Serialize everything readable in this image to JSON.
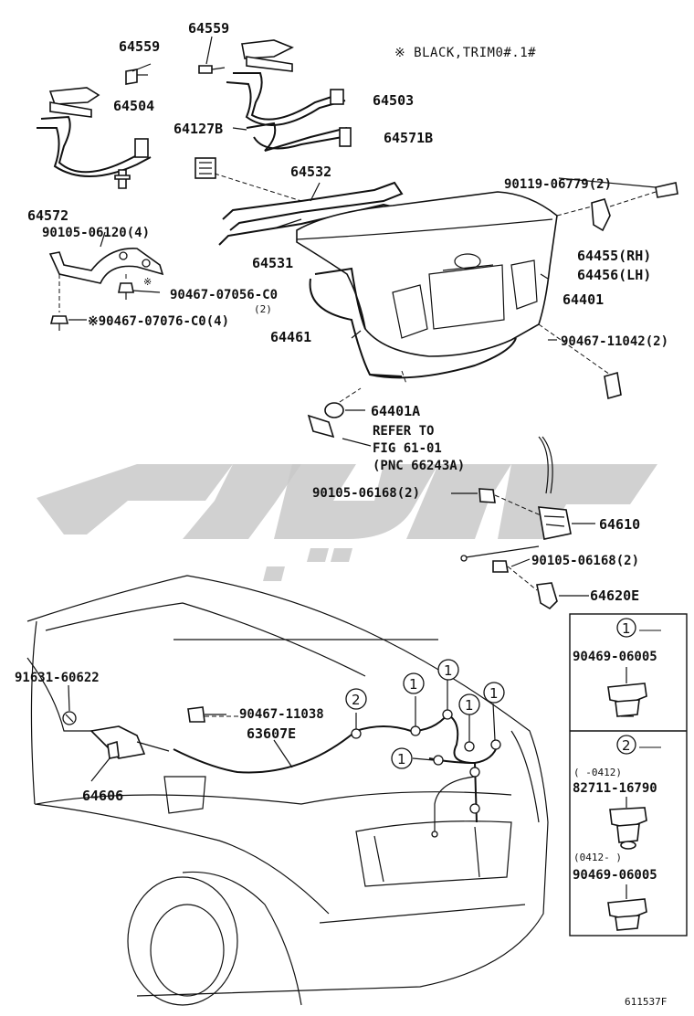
{
  "note": "※ BLACK,TRIM0#.1#",
  "figure_code": "611537F",
  "labels": {
    "p64559a": "64559",
    "p64559b": "64559",
    "p64504": "64504",
    "p64503": "64503",
    "p64127b": "64127B",
    "p64571b": "64571B",
    "p64532": "64532",
    "p90119": "90119-06779(2)",
    "p64572": "64572",
    "p90105_06120": "90105-06120(4)",
    "p64531": "64531",
    "p64455": "64455(RH)",
    "p64456": "64456(LH)",
    "mark_a": "※",
    "p90467_07056": "90467-07056-C0",
    "p90467_07056_qty": "(2)",
    "p64401": "64401",
    "p90467_07076": "※90467-07076-C0(4)",
    "p64461": "64461",
    "p90467_11042": "90467-11042(2)",
    "p64401a": "64401A",
    "refer1": "REFER TO",
    "refer2": "FIG 61-01",
    "refer3": "(PNC 66243A)",
    "p90105_06168a": "90105-06168(2)",
    "p64610": "64610",
    "p90105_06168b": "90105-06168(2)",
    "p64620e": "64620E",
    "p91631": "91631-60622",
    "p90467_11038": "90467-11038",
    "p63607e": "63607E",
    "p64606": "64606",
    "callout1": "1",
    "callout2": "2"
  },
  "legend": {
    "box1_num": "1",
    "box1_part": "90469-06005",
    "box2_num": "2",
    "box2_range1": "(    -0412)",
    "box2_part1": "82711-16790",
    "box2_range2": "(0412-    )",
    "box2_part2": "90469-06005"
  }
}
